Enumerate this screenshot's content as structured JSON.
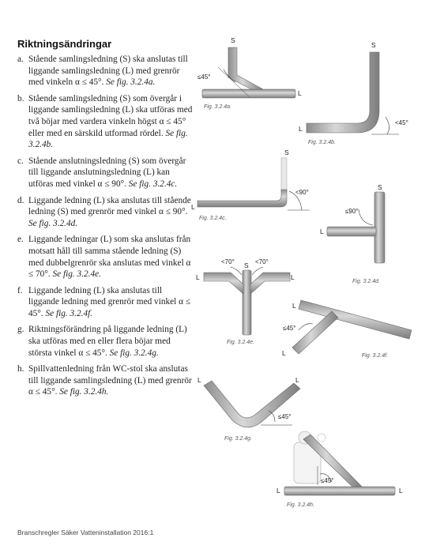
{
  "heading": "Riktningsändringar",
  "items": [
    {
      "letter": "a.",
      "text": "Stående samlingsledning (S) ska anslutas till liggande samlingsledning (L) med grenrör med vinkeln α ≤ 45°.",
      "ref": "Se fig. 3.2.4a."
    },
    {
      "letter": "b.",
      "text": "Stående samlingsledning (S) som övergår i liggande samlingsledning (L) ska utföras med två böjar med vardera vinkeln högst α ≤ 45° eller med en särskild utformad rördel.",
      "ref": "Se fig. 3.2.4b."
    },
    {
      "letter": "c.",
      "text": "Stående anslutningsledning (S) som övergår till liggande anslutningsledning (L) kan utföras med vinkel α ≤ 90°.",
      "ref": "Se fig. 3.2.4c."
    },
    {
      "letter": "d.",
      "text": "Liggande ledning (L) ska anslutas till stående ledning (S) med grenrör med vinkel α ≤ 90°.",
      "ref": "Se fig. 3.2.4d."
    },
    {
      "letter": "e.",
      "text": "Liggande ledningar (L) som ska anslutas från motsatt håll till samma stående ledning (S) med dubbelgrenrör ska anslutas med vinkel α ≤ 70°.",
      "ref": "Se fig. 3.2.4e."
    },
    {
      "letter": "f.",
      "text": "Liggande ledning (L) ska anslutas till liggande ledning med grenrör med vinkel α ≤ 45°.",
      "ref": "Se fig. 3.2.4f."
    },
    {
      "letter": "g.",
      "text": "Riktningsförändring på liggande ledning (L) ska utföras med en eller flera böjar med största vinkel α ≤ 45°.",
      "ref": "Se fig. 3.2.4g."
    },
    {
      "letter": "h.",
      "text": "Spillvattenledning från WC-stol ska anslutas till liggande samlingsledning (L) med grenrör α ≤ 45°.",
      "ref": "Se fig. 3.2.4h."
    }
  ],
  "figures": {
    "a": {
      "caption": "Fig. 3.2.4a.",
      "s": "S",
      "l": "L",
      "angle": "≤45°"
    },
    "b": {
      "caption": "Fig. 3.2.4b.",
      "s": "S",
      "l": "L",
      "angle": "<45°"
    },
    "c": {
      "caption": "Fig. 3.2.4c.",
      "s": "S",
      "l": "L",
      "angle": "<90°"
    },
    "d": {
      "caption": "Fig. 3.2.4d.",
      "s": "S",
      "l": "L",
      "angle": "≤90°"
    },
    "e": {
      "caption": "Fig. 3.2.4e.",
      "s": "S",
      "l1": "L",
      "l2": "L",
      "angle1": "<70°",
      "angle2": "<70°"
    },
    "f": {
      "caption": "Fig. 3.2.4f.",
      "l1": "L",
      "l2": "L",
      "angle": "≤45°"
    },
    "g": {
      "caption": "Fig. 3.2.4g.",
      "l1": "L",
      "l2": "L",
      "angle": "≤45°"
    },
    "h": {
      "caption": "Fig. 3.2.4h.",
      "l1": "L",
      "l2": "L",
      "angle": "≤45°"
    }
  },
  "footer": "Branschregler Säker Vatteninstallation 2016:1"
}
